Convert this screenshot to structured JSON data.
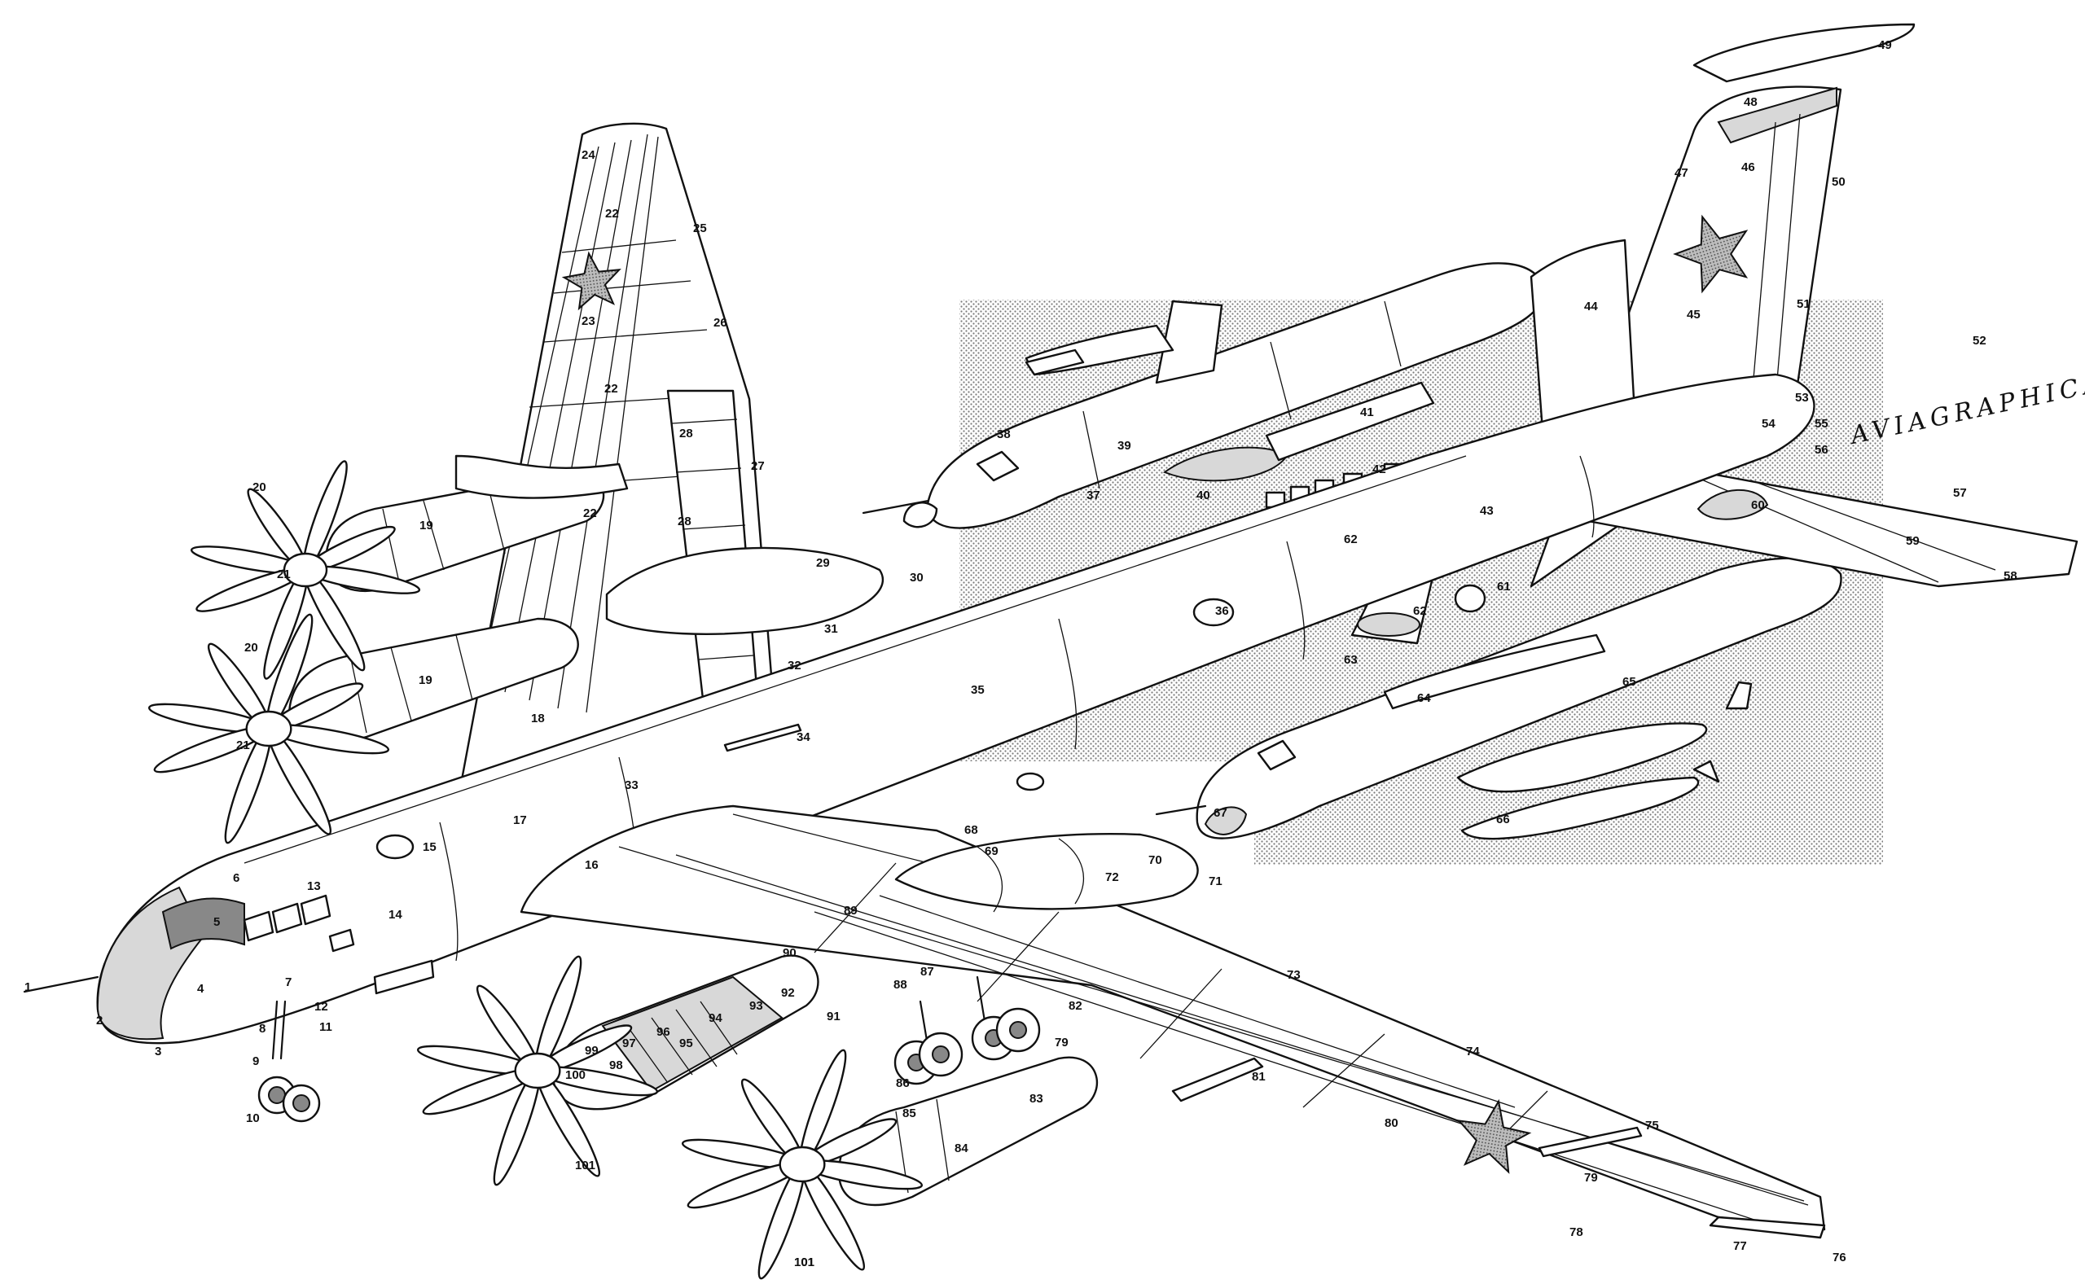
{
  "watermark": "AVIAGRAPHICA",
  "callouts": [
    "1",
    "2",
    "3",
    "4",
    "5",
    "6",
    "7",
    "8",
    "9",
    "10",
    "11",
    "12",
    "13",
    "14",
    "15",
    "16",
    "17",
    "18",
    "19",
    "20",
    "21",
    "22",
    "23",
    "24",
    "25",
    "26",
    "27",
    "28",
    "29",
    "30",
    "31",
    "32",
    "33",
    "34",
    "35",
    "36",
    "37",
    "38",
    "39",
    "40",
    "41",
    "42",
    "43",
    "44",
    "45",
    "46",
    "47",
    "48",
    "49",
    "50",
    "51",
    "52",
    "53",
    "54",
    "55",
    "56",
    "57",
    "58",
    "59",
    "60",
    "61",
    "62",
    "63",
    "64",
    "65",
    "66",
    "67",
    "68",
    "69",
    "70",
    "71",
    "72",
    "73",
    "74",
    "75",
    "76",
    "77",
    "78",
    "79",
    "80",
    "81",
    "82",
    "83",
    "84",
    "85",
    "86",
    "87",
    "88",
    "89",
    "90",
    "91",
    "92",
    "93",
    "94",
    "95",
    "96",
    "97",
    "98",
    "99",
    "100",
    "101"
  ],
  "icons": [
    "red-star-insignia-icon",
    "propeller-icon",
    "landing-gear-icon"
  ]
}
